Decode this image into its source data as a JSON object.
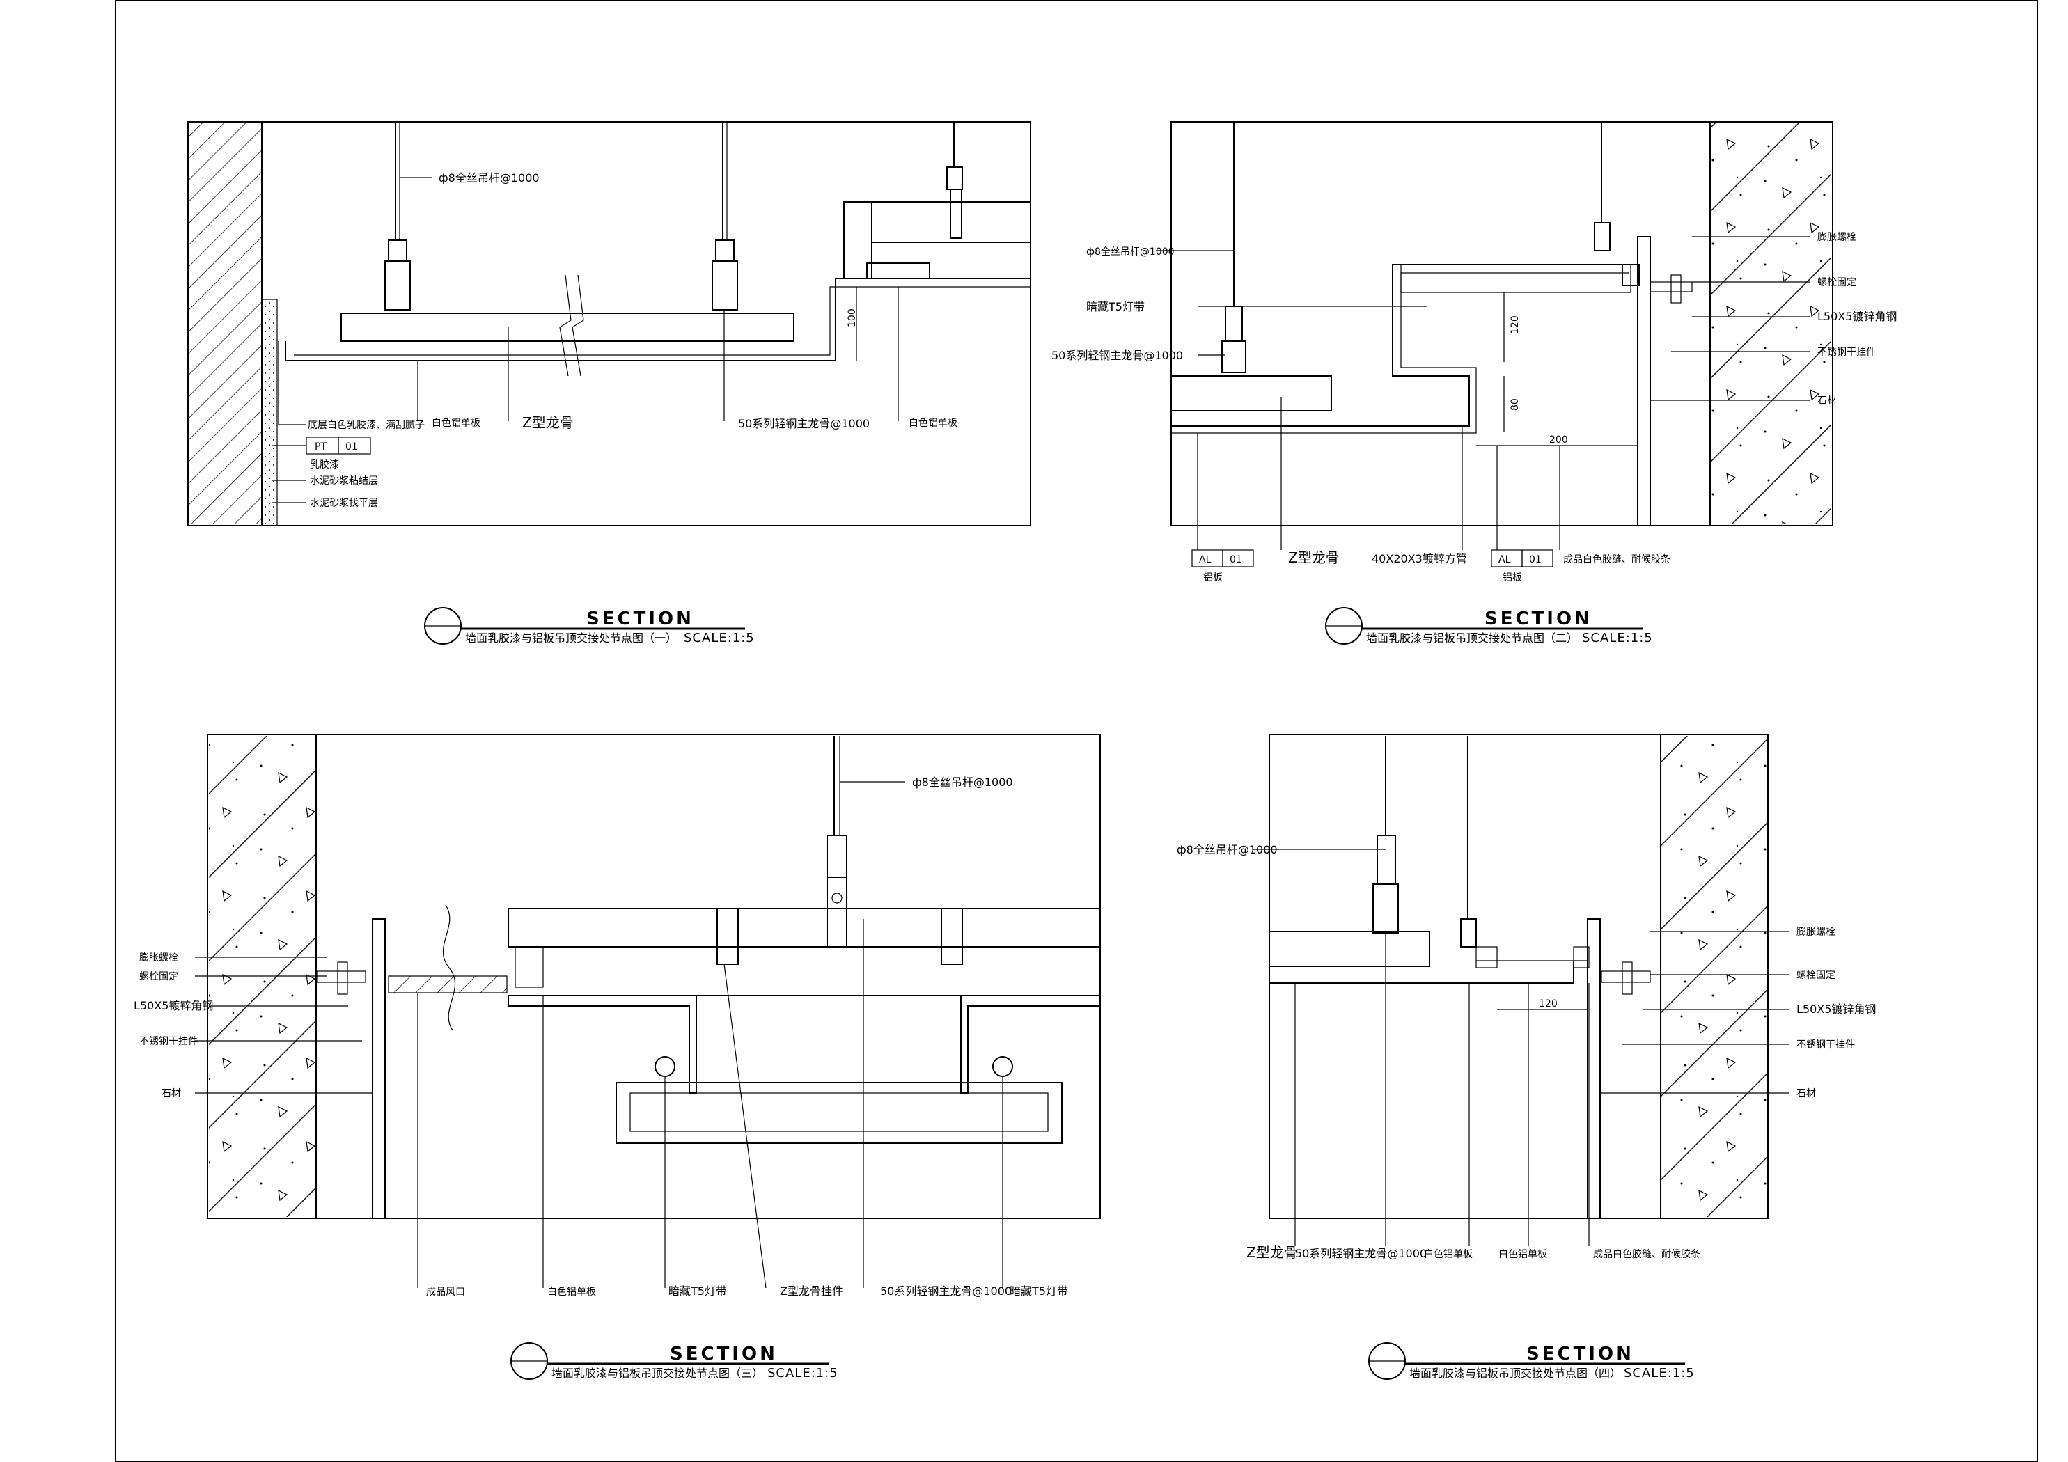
{
  "panel1": {
    "rod": "ф8全丝吊杆@1000",
    "label_wall_finish": "底层白色乳胶漆、满刮腻子",
    "tag_code": "PT",
    "tag_num": "01",
    "tag_caption": "乳胶漆",
    "label_mortar_base": "水泥砂浆粘结层",
    "label_mortar_level": "水泥砂浆找平层",
    "label_aluminum": "白色铝单板",
    "label_zkeel": "Z型龙骨",
    "label_main": "50系列轻钢主龙骨@1000",
    "label_aluminum_right": "白色铝单板",
    "dim": "100",
    "section": "SECTION",
    "title": "墙面乳胶漆与铝板吊顶交接处节点图（一）",
    "scale": "SCALE:1:5"
  },
  "panel2": {
    "rod": "ф8全丝吊杆@1000",
    "label_led": "暗藏T5灯带",
    "label_main": "50系列轻钢主龙骨@1000",
    "dim_120": "120",
    "dim_80": "80",
    "dim_200": "200",
    "label_bolt": "膨胀螺栓",
    "label_screw": "螺栓固定",
    "label_angle": "L50X5镀锌角钢",
    "label_hanger": "不锈钢干挂件",
    "label_stone": "石材",
    "tag1_code": "AL",
    "tag1_num": "01",
    "tag1_caption": "铝板",
    "label_zkeel": "Z型龙骨",
    "label_tube": "40X20X3镀锌方管",
    "tag2_code": "AL",
    "tag2_num": "01",
    "tag2_caption": "铝板",
    "label_seal": "成品白色胶缝、耐候胶条",
    "section": "SECTION",
    "title": "墙面乳胶漆与铝板吊顶交接处节点图（二）",
    "scale": "SCALE:1:5"
  },
  "panel3": {
    "rod": "ф8全丝吊杆@1000",
    "label_bolt": "膨胀螺栓",
    "label_screw": "螺栓固定",
    "label_angle": "L50X5镀锌角钢",
    "label_hanger": "不锈钢干挂件",
    "label_stone": "石材",
    "label_vent": "成品风口",
    "label_aluminum": "白色铝单板",
    "label_led": "暗藏T5灯带",
    "label_zkeel": "Z型龙骨挂件",
    "label_main": "50系列轻钢主龙骨@1000",
    "label_led2": "暗藏T5灯带",
    "section": "SECTION",
    "title": "墙面乳胶漆与铝板吊顶交接处节点图（三）",
    "scale": "SCALE:1:5"
  },
  "panel4": {
    "rod": "ф8全丝吊杆@1000",
    "label_bolt": "膨胀螺栓",
    "label_screw": "螺栓固定",
    "label_angle": "L50X5镀锌角钢",
    "label_hanger": "不锈钢干挂件",
    "label_stone": "石材",
    "dim_120": "120",
    "label_zkeel": "Z型龙骨",
    "label_main": "50系列轻钢主龙骨@1000",
    "label_al1": "白色铝单板",
    "label_al2": "白色铝单板",
    "label_seal": "成品白色胶缝、耐候胶条",
    "section": "SECTION",
    "title": "墙面乳胶漆与铝板吊顶交接处节点图（四）",
    "scale": "SCALE:1:5"
  }
}
